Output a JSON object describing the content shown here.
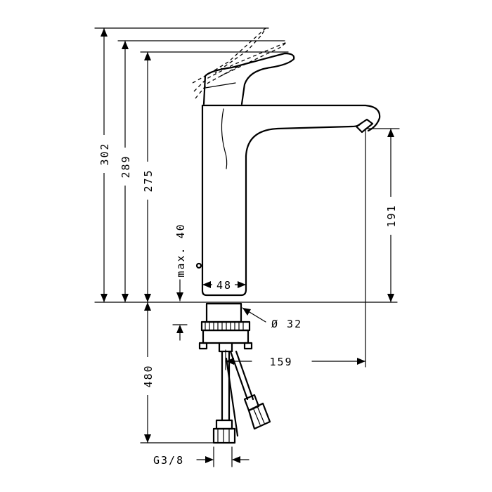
{
  "dimensions": {
    "overall_height": "302",
    "lever_height": "289",
    "body_height": "275",
    "spout_height": "191",
    "max_plate": "max. 40",
    "body_width": "48",
    "hole_diameter": "Ø 32",
    "spout_reach": "159",
    "hose_length": "480",
    "thread": "G3/8"
  }
}
